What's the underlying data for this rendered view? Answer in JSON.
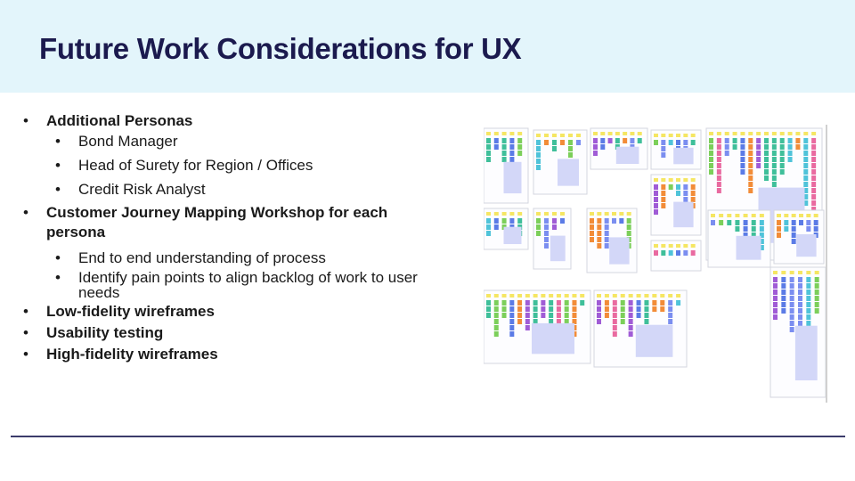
{
  "slide": {
    "title": "Future Work Considerations for UX",
    "bullets": [
      {
        "label": "Additional Personas",
        "children": [
          "Bond Manager",
          "Head of Surety for Region / Offices",
          "Credit Risk Analyst"
        ]
      },
      {
        "label": "Customer Journey Mapping Workshop for each persona",
        "children": [
          "End to end understanding of process",
          "Identify pain points to align backlog of work to user needs"
        ]
      },
      {
        "label": "Low-fidelity wireframes",
        "children": []
      },
      {
        "label": "Usability testing",
        "children": []
      },
      {
        "label": "High-fidelity wireframes",
        "children": []
      }
    ]
  },
  "colors": {
    "header_bg": "#e3f5fb",
    "title": "#1b1a4e",
    "divider": "#3b3b6a",
    "sticky_palette": [
      "#5b7be6",
      "#7b8ef0",
      "#4fc3d9",
      "#3fbf9a",
      "#7ccf5a",
      "#f28c38",
      "#e96aa0",
      "#a05cd6",
      "#f5e663",
      "#c8cdf7"
    ]
  }
}
